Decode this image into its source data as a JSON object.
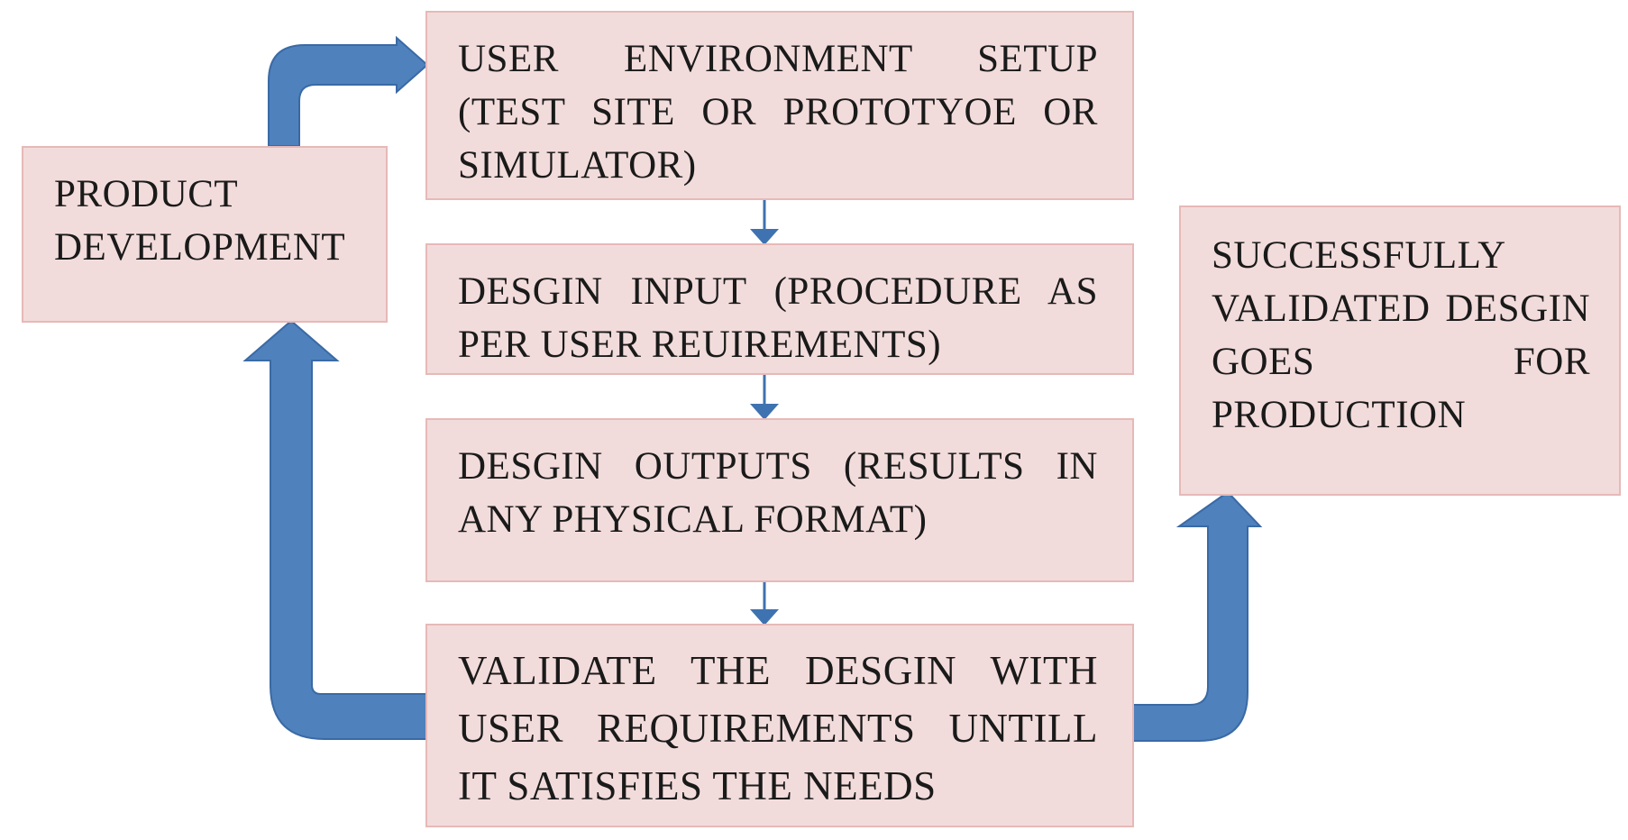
{
  "diagram": {
    "boxes": {
      "product_development": "PRODUCT DEVELOPMENT",
      "user_environment_setup": "USER ENVIRONMENT SETUP (TEST SITE OR PROTOTYOE OR SIMULATOR)",
      "design_input": "DESGIN INPUT (PROCEDURE AS PER USER REUIREMENTS)",
      "design_outputs": "DESGIN OUTPUTS (RESULTS IN ANY PHYSICAL FORMAT)",
      "validate_design": "VALIDATE THE DESGIN WITH USER REQUIREMENTS UNTILL IT SATISFIES THE NEEDS",
      "successfully_validated": "SUCCESSFULLY VALIDATED DESGIN GOES FOR PRODUCTION"
    },
    "colors": {
      "box_fill": "#f2dcdb",
      "box_border": "#e6b9b8",
      "arrow": "#4f81bd",
      "arrow_outline": "#3a6aa5",
      "text": "#1a1a1a"
    }
  }
}
